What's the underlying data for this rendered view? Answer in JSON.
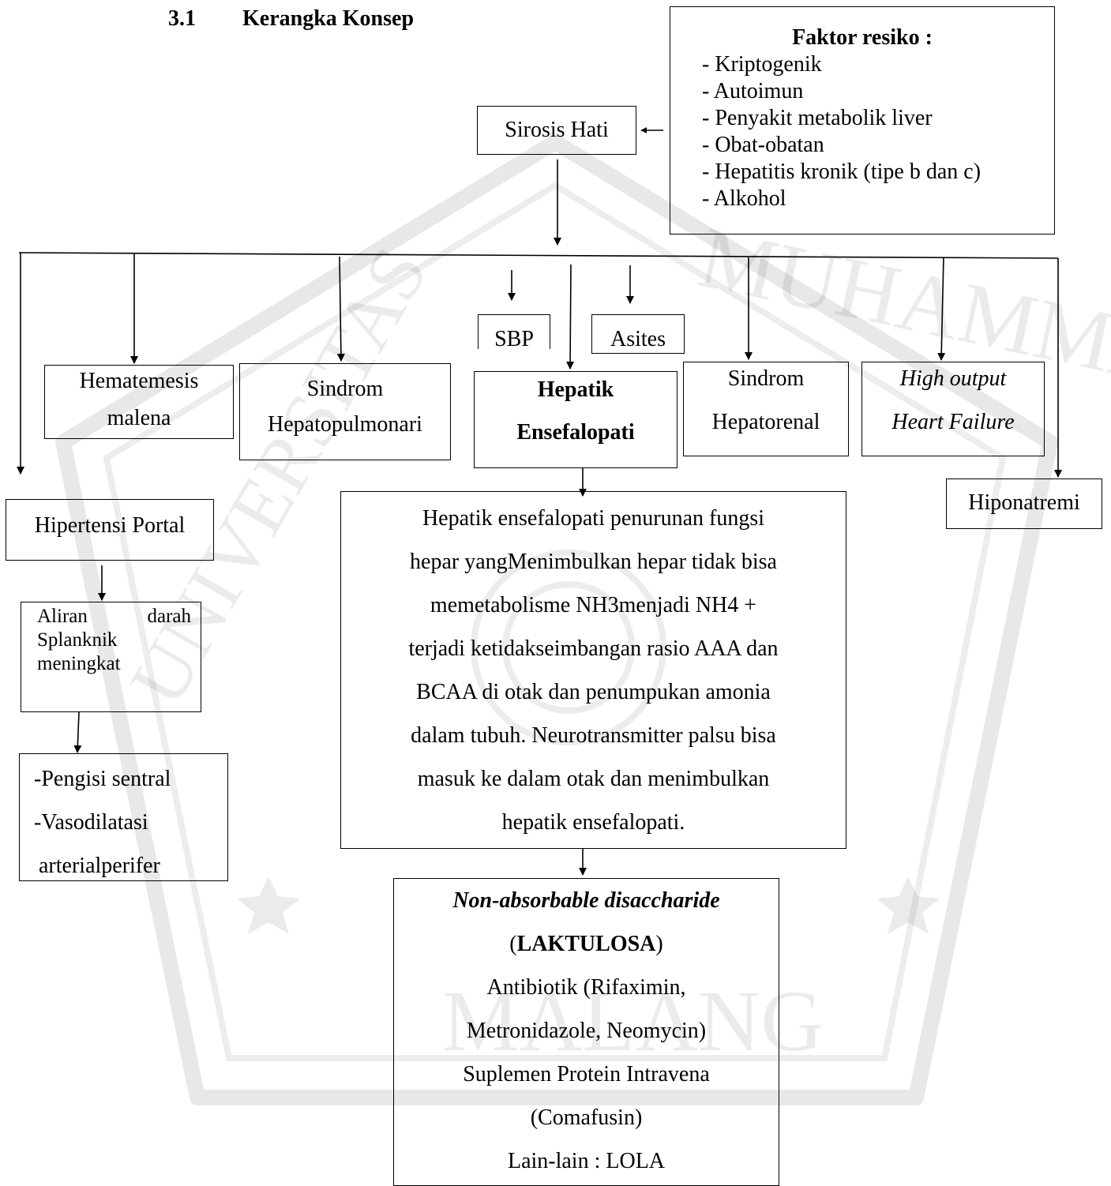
{
  "section": {
    "number": "3.1",
    "title": "Kerangka Konsep"
  },
  "risk_factors": {
    "title": "Faktor resiko :",
    "items": [
      "Kriptogenik",
      "Autoimun",
      "Penyakit metabolik liver",
      "Obat-obatan",
      "Hepatitis kronik (tipe b dan c)",
      "Alkohol"
    ]
  },
  "root": "Sirosis Hati",
  "complications": {
    "sbp": "SBP",
    "asites": "Asites",
    "hematemesis": [
      "Hematemesis",
      "malena"
    ],
    "hepatopulmonari": [
      "Sindrom",
      "Hepatopulmonari"
    ],
    "hepatik": [
      "Hepatik",
      "Ensefalopati"
    ],
    "hepatorenal": [
      "Sindrom",
      "Hepatorenal"
    ],
    "heart_failure": [
      "High output",
      "Heart Failure"
    ],
    "hiponatremi": "Hiponatremi",
    "hipertensi_portal": "Hipertensi Portal"
  },
  "portal_chain": {
    "aliran": {
      "line1_left": "Aliran",
      "line1_right": "darah",
      "line2": "Splanknik",
      "line3": "meningkat"
    },
    "effects": [
      "-Pengisi sentral",
      "-Vasodilatasi",
      "arterialperifer"
    ]
  },
  "he_explanation": [
    "Hepatik ensefalopati penurunan fungsi",
    "hepar yangMenimbulkan hepar tidak bisa",
    "memetabolisme NH3menjadi NH4 +",
    "terjadi ketidakseimbangan rasio AAA dan",
    "BCAA di otak dan penumpukan amonia",
    "dalam tubuh. Neurotransmitter palsu bisa",
    "masuk ke dalam otak dan menimbulkan",
    "hepatik ensefalopati."
  ],
  "treatment": {
    "line1": "Non-absorbable disaccharide",
    "line2_open": "(",
    "line2_bold": "LAKTULOSA",
    "line2_close": ")",
    "lines": [
      "Antibiotik (Rifaximin,",
      "Metronidazole, Neomycin)",
      "Suplemen Protein Intravena",
      "(Comafusin)",
      "Lain-lain : LOLA"
    ]
  },
  "watermark": [
    "MUHAMMADIYAH",
    "UNIVERSITAS",
    "MALANG"
  ]
}
